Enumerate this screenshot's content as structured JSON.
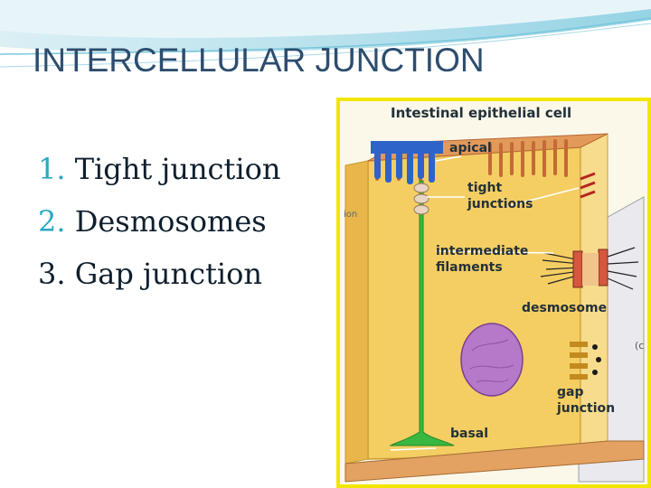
{
  "slide": {
    "title": "INTERCELLULAR JUNCTION",
    "list": [
      {
        "number": "1.",
        "text": "Tight junction"
      },
      {
        "number": "2.",
        "text": "Desmosomes"
      },
      {
        "number": "3.",
        "text": "Gap junction"
      }
    ],
    "colors": {
      "title": "#2d4d6e",
      "number_accent": "#2aa7c4",
      "figure_border": "#f2e600"
    }
  },
  "figure": {
    "title": "Intestinal epithelial cell",
    "labels": {
      "apical": "apical",
      "tight_junctions_1": "tight",
      "tight_junctions_2": "junctions",
      "intermediate_1": "intermediate",
      "intermediate_2": "filaments",
      "desmosome": "desmosome",
      "gap_1": "gap",
      "gap_2": "junction",
      "basal": "basal",
      "cut_left": "ion",
      "cut_right": "(c"
    }
  }
}
